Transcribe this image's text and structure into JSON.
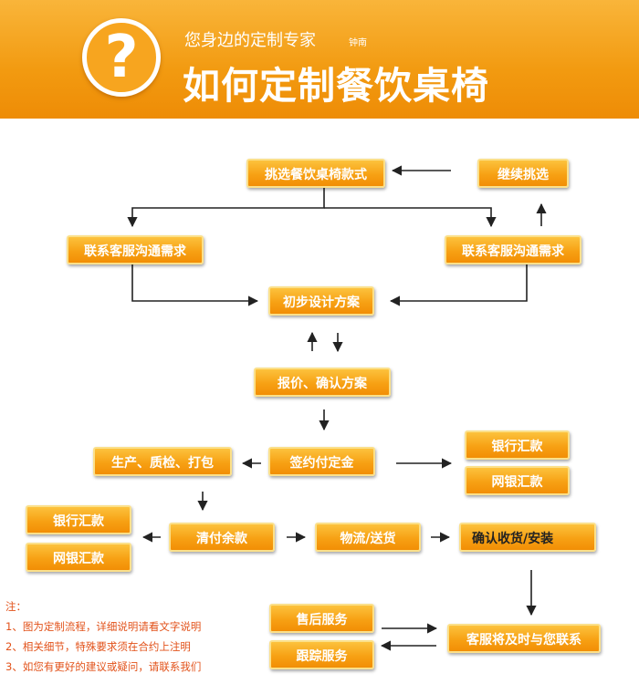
{
  "header": {
    "subtitle": "您身边的定制专家",
    "subtitle_small": "钟南",
    "title": "如何定制餐饮桌椅",
    "icon_symbol": "?",
    "icon": "question-mark-icon"
  },
  "steps": {
    "select_style": "挑选餐饮桌椅款式",
    "continue_select": "继续挑选",
    "contact_left": "联系客服沟通需求",
    "contact_right": "联系客服沟通需求",
    "initial_design": "初步设计方案",
    "quote_confirm": "报价、确认方案",
    "production": "生产、质检、打包",
    "sign_deposit": "签约付定金",
    "bank_transfer_right": "银行汇款",
    "online_bank_right": "网银汇款",
    "bank_transfer_left": "银行汇款",
    "online_bank_left": "网银汇款",
    "pay_balance": "清付余款",
    "logistics": "物流/送货",
    "confirm_receipt": "确认收货/安装",
    "after_sales": "售后服务",
    "follow_up": "跟踪服务",
    "service_contact": "客服将及时与您联系"
  },
  "notes": {
    "heading": "注：",
    "items": [
      "1、图为定制流程，详细说明请看文字说明",
      "2、相关细节，特殊要求须在合约上注明",
      "3、如您有更好的建议或疑问，请联系我们"
    ]
  },
  "colors": {
    "banner": "#f29a10",
    "box": "#f7a114",
    "arrow": "#222222",
    "notes": "#e2521a"
  }
}
